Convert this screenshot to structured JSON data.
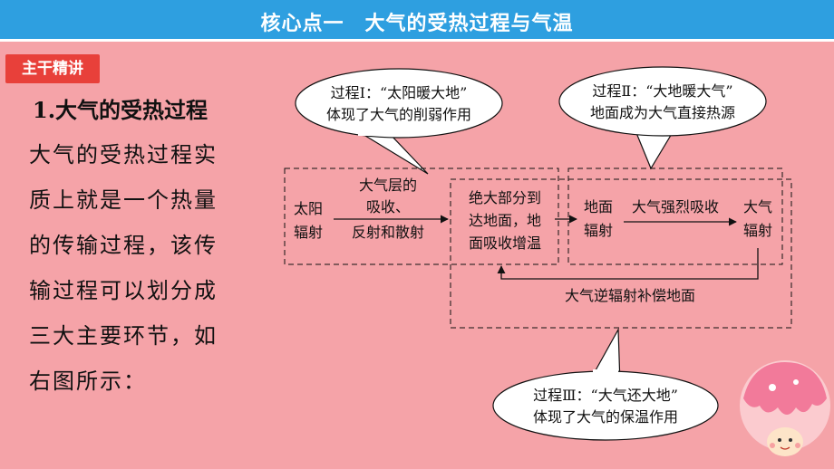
{
  "header": {
    "title": "核心点一　大气的受热过程与气温"
  },
  "section_tag": "主干精讲",
  "heading": "1.大气的受热过程",
  "paragraph_lines": [
    "大气的受热过程实",
    "质上就是一个热量",
    "的传输过程，该传",
    "输过程可以划分成",
    "三大主要环节，如",
    "右图所示："
  ],
  "diagram": {
    "bubble1": {
      "line1": "过程Ⅰ：“太阳暖大地”",
      "line2": "体现了大气的削弱作用"
    },
    "bubble2": {
      "line1": "过程Ⅱ：“大地暖大气”",
      "line2": "地面成为大气直接热源"
    },
    "bubble3": {
      "line1": "过程Ⅲ：“大气还大地”",
      "line2": "体现了大气的保温作用"
    },
    "solar": {
      "line1": "太阳",
      "line2": "辐射"
    },
    "arrow1_top": {
      "line1": "大气层的",
      "line2": "吸收、"
    },
    "arrow1_bottom": "反射和散射",
    "ground": {
      "line1": "绝大部分到",
      "line2": "达地面，地",
      "line3": "面吸收增温"
    },
    "ground_rad": {
      "line1": "地面",
      "line2": "辐射"
    },
    "arrow2_label": "大气强烈吸收",
    "atm_rad": {
      "line1": "大气",
      "line2": "辐射"
    },
    "return_label": "大气逆辐射补偿地面"
  },
  "colors": {
    "title_bar": "#2e9fe0",
    "tag": "#e8403a",
    "background": "#f5a3a8"
  }
}
